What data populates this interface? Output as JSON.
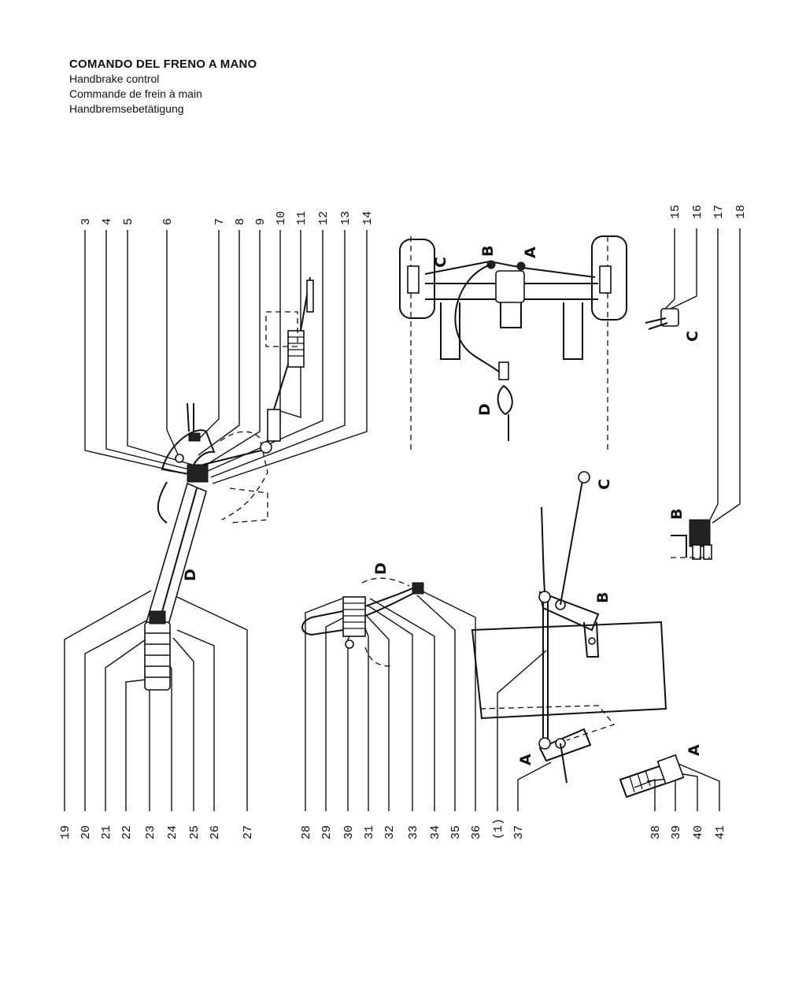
{
  "title": {
    "it": "COMANDO DEL FRENO A MANO",
    "en": "Handbrake control",
    "fr": "Commande de frein à main",
    "de": "Handbremsebetätigung"
  },
  "callouts_top": [
    "3",
    "4",
    "5",
    "6",
    "7",
    "8",
    "9",
    "10",
    "11",
    "12",
    "13",
    "14"
  ],
  "callouts_right_top": [
    "15",
    "16",
    "17",
    "18"
  ],
  "callouts_bottom_left": [
    "19",
    "20",
    "21",
    "22",
    "23",
    "24",
    "25",
    "26",
    "27"
  ],
  "callouts_bottom_mid": [
    "28",
    "29",
    "30",
    "31",
    "32",
    "33",
    "34",
    "35",
    "36",
    "(1)",
    "37"
  ],
  "callouts_bottom_right": [
    "38",
    "39",
    "40",
    "41"
  ],
  "detail_letters": {
    "lever_D": "D",
    "detail_D": "D",
    "chassis_A": "A",
    "chassis_B": "B",
    "chassis_C": "C",
    "chassis_D": "D",
    "detail_C": "C",
    "axle_C": "C",
    "axle_B": "B",
    "axle_A": "A",
    "detail_B": "B",
    "detail_A": "A"
  }
}
